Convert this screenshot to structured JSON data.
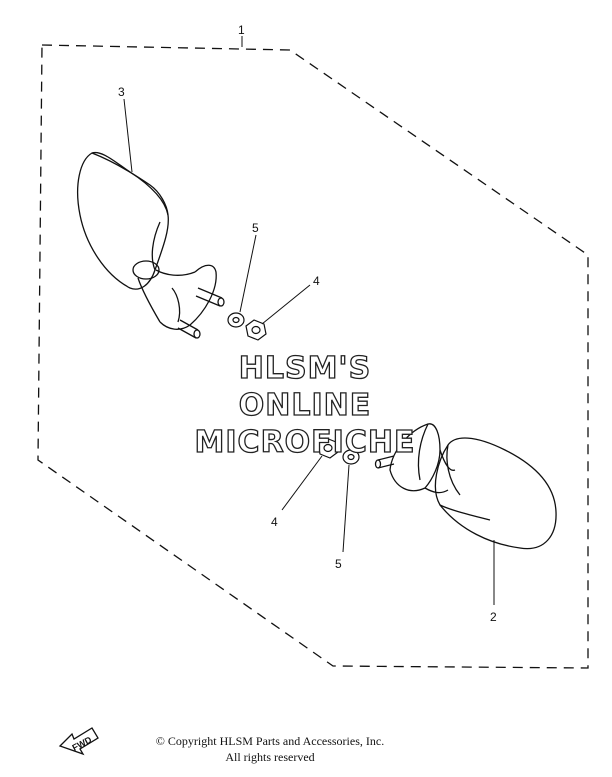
{
  "callouts": {
    "assembly": "1",
    "right_mirror": "2",
    "left_mirror": "3",
    "nut_upper": "4",
    "nut_lower": "4",
    "washer_upper": "5",
    "washer_lower": "5"
  },
  "watermark": {
    "line1": "HLSM'S",
    "line2": "ONLINE",
    "line3": "MICROFICHE"
  },
  "fwd_label": "FWD",
  "copyright": {
    "line1": "© Copyright HLSM Parts and Accessories, Inc.",
    "line2": "All rights reserved"
  }
}
